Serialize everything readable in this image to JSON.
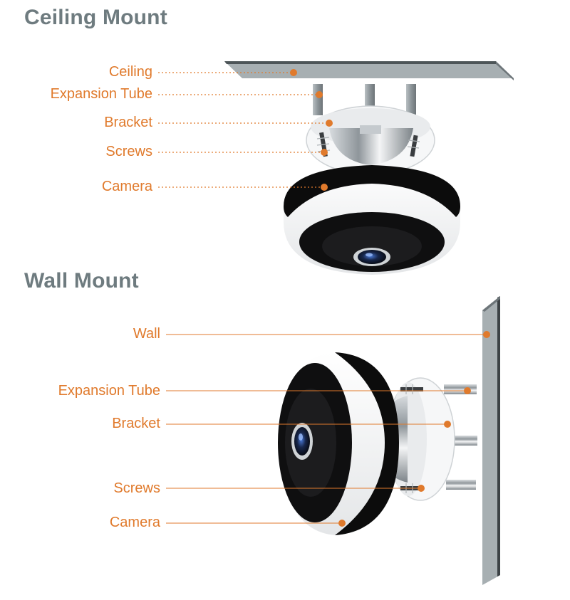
{
  "colors": {
    "title": "#6e7b7f",
    "label": "#e07a2c",
    "leader": "#e07a2c",
    "surface_gray": "#9aa2a5",
    "dark": "#111111"
  },
  "ceiling_mount": {
    "title": "Ceiling Mount",
    "labels": [
      "Ceiling",
      "Expansion Tube",
      "Bracket",
      "Screws",
      "Camera"
    ]
  },
  "wall_mount": {
    "title": "Wall Mount",
    "labels": [
      "Wall",
      "Expansion Tube",
      "Bracket",
      "Screws",
      "Camera"
    ]
  }
}
